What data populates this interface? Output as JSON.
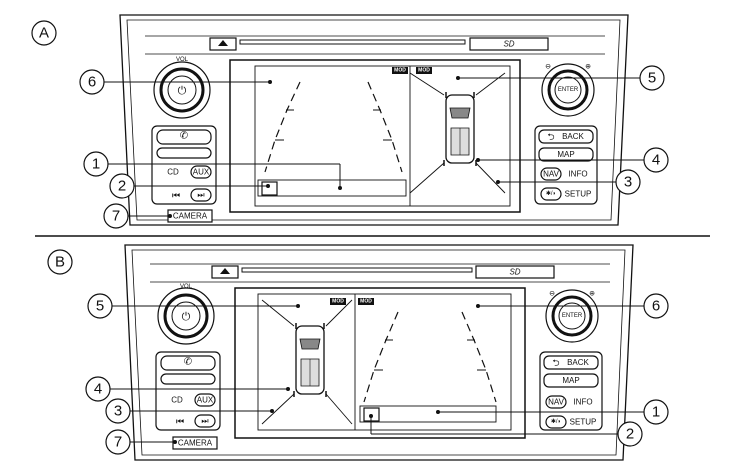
{
  "panels": [
    {
      "id": "A",
      "label": "A",
      "callouts": {
        "c1": "1",
        "c2": "2",
        "c3": "3",
        "c4": "4",
        "c5": "5",
        "c6": "6",
        "c7": "7"
      },
      "mod_labels": [
        "MOD",
        "MOD"
      ],
      "buttons": {
        "vol": "VOL",
        "cd": "CD",
        "aux": "AUX",
        "camera": "CAMERA",
        "back": "BACK",
        "map": "MAP",
        "nav": "NAV",
        "info": "INFO",
        "setup": "SETUP",
        "enter": "ENTER",
        "sd": "SD"
      }
    },
    {
      "id": "B",
      "label": "B",
      "callouts": {
        "c1": "1",
        "c2": "2",
        "c3": "3",
        "c4": "4",
        "c5": "5",
        "c6": "6",
        "c7": "7"
      },
      "mod_labels": [
        "MOD",
        "MOD"
      ],
      "buttons": {
        "vol": "VOL",
        "cd": "CD",
        "aux": "AUX",
        "camera": "CAMERA",
        "back": "BACK",
        "map": "MAP",
        "nav": "NAV",
        "info": "INFO",
        "setup": "SETUP",
        "enter": "ENTER",
        "sd": "SD"
      }
    }
  ]
}
